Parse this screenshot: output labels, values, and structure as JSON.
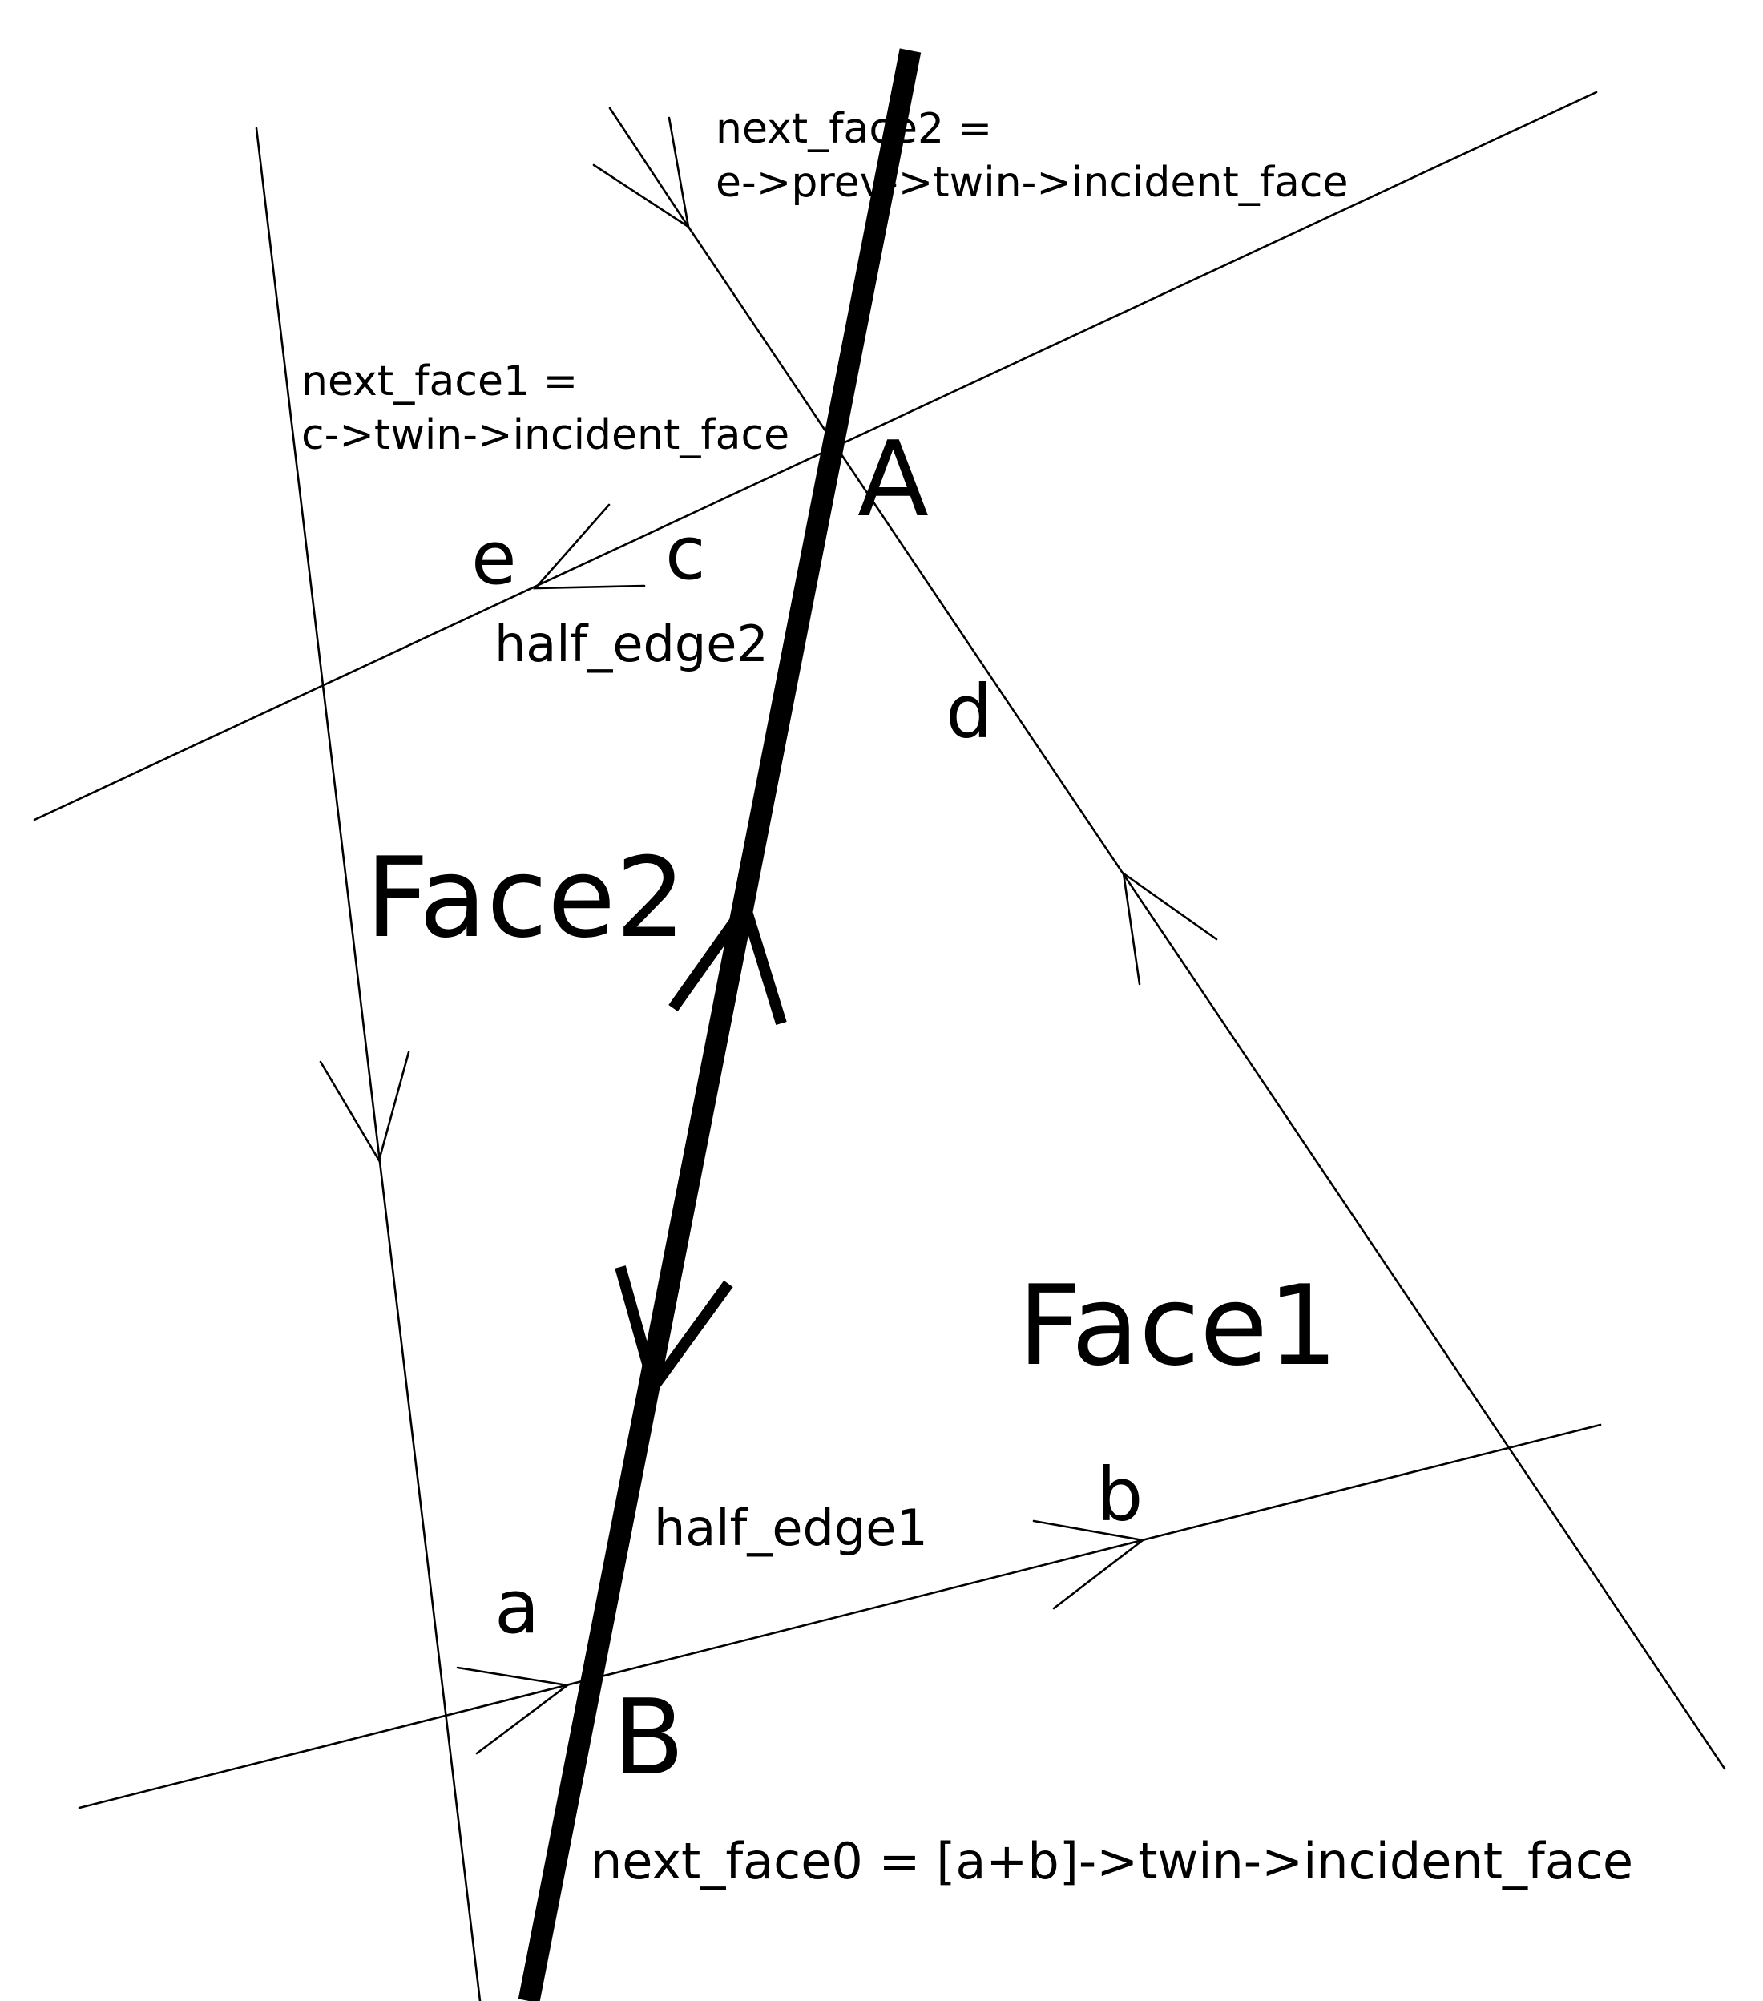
{
  "labels": {
    "next_face2_line1": "next_face2 =",
    "next_face2_line2": "e->prev->twin->incident_face",
    "next_face1_line1": "next_face1 =",
    "next_face1_line2": "c->twin->incident_face",
    "vertex_a_upper": "A",
    "vertex_b_upper": "B",
    "edge_e": "e",
    "edge_c": "c",
    "edge_d": "d",
    "edge_a": "a",
    "edge_b": "b",
    "half_edge2": "half_edge2",
    "half_edge1": "half_edge1",
    "face2": "Face2",
    "face1": "Face1",
    "next_face0": "next_face0 = [a+b]->twin->incident_face"
  }
}
